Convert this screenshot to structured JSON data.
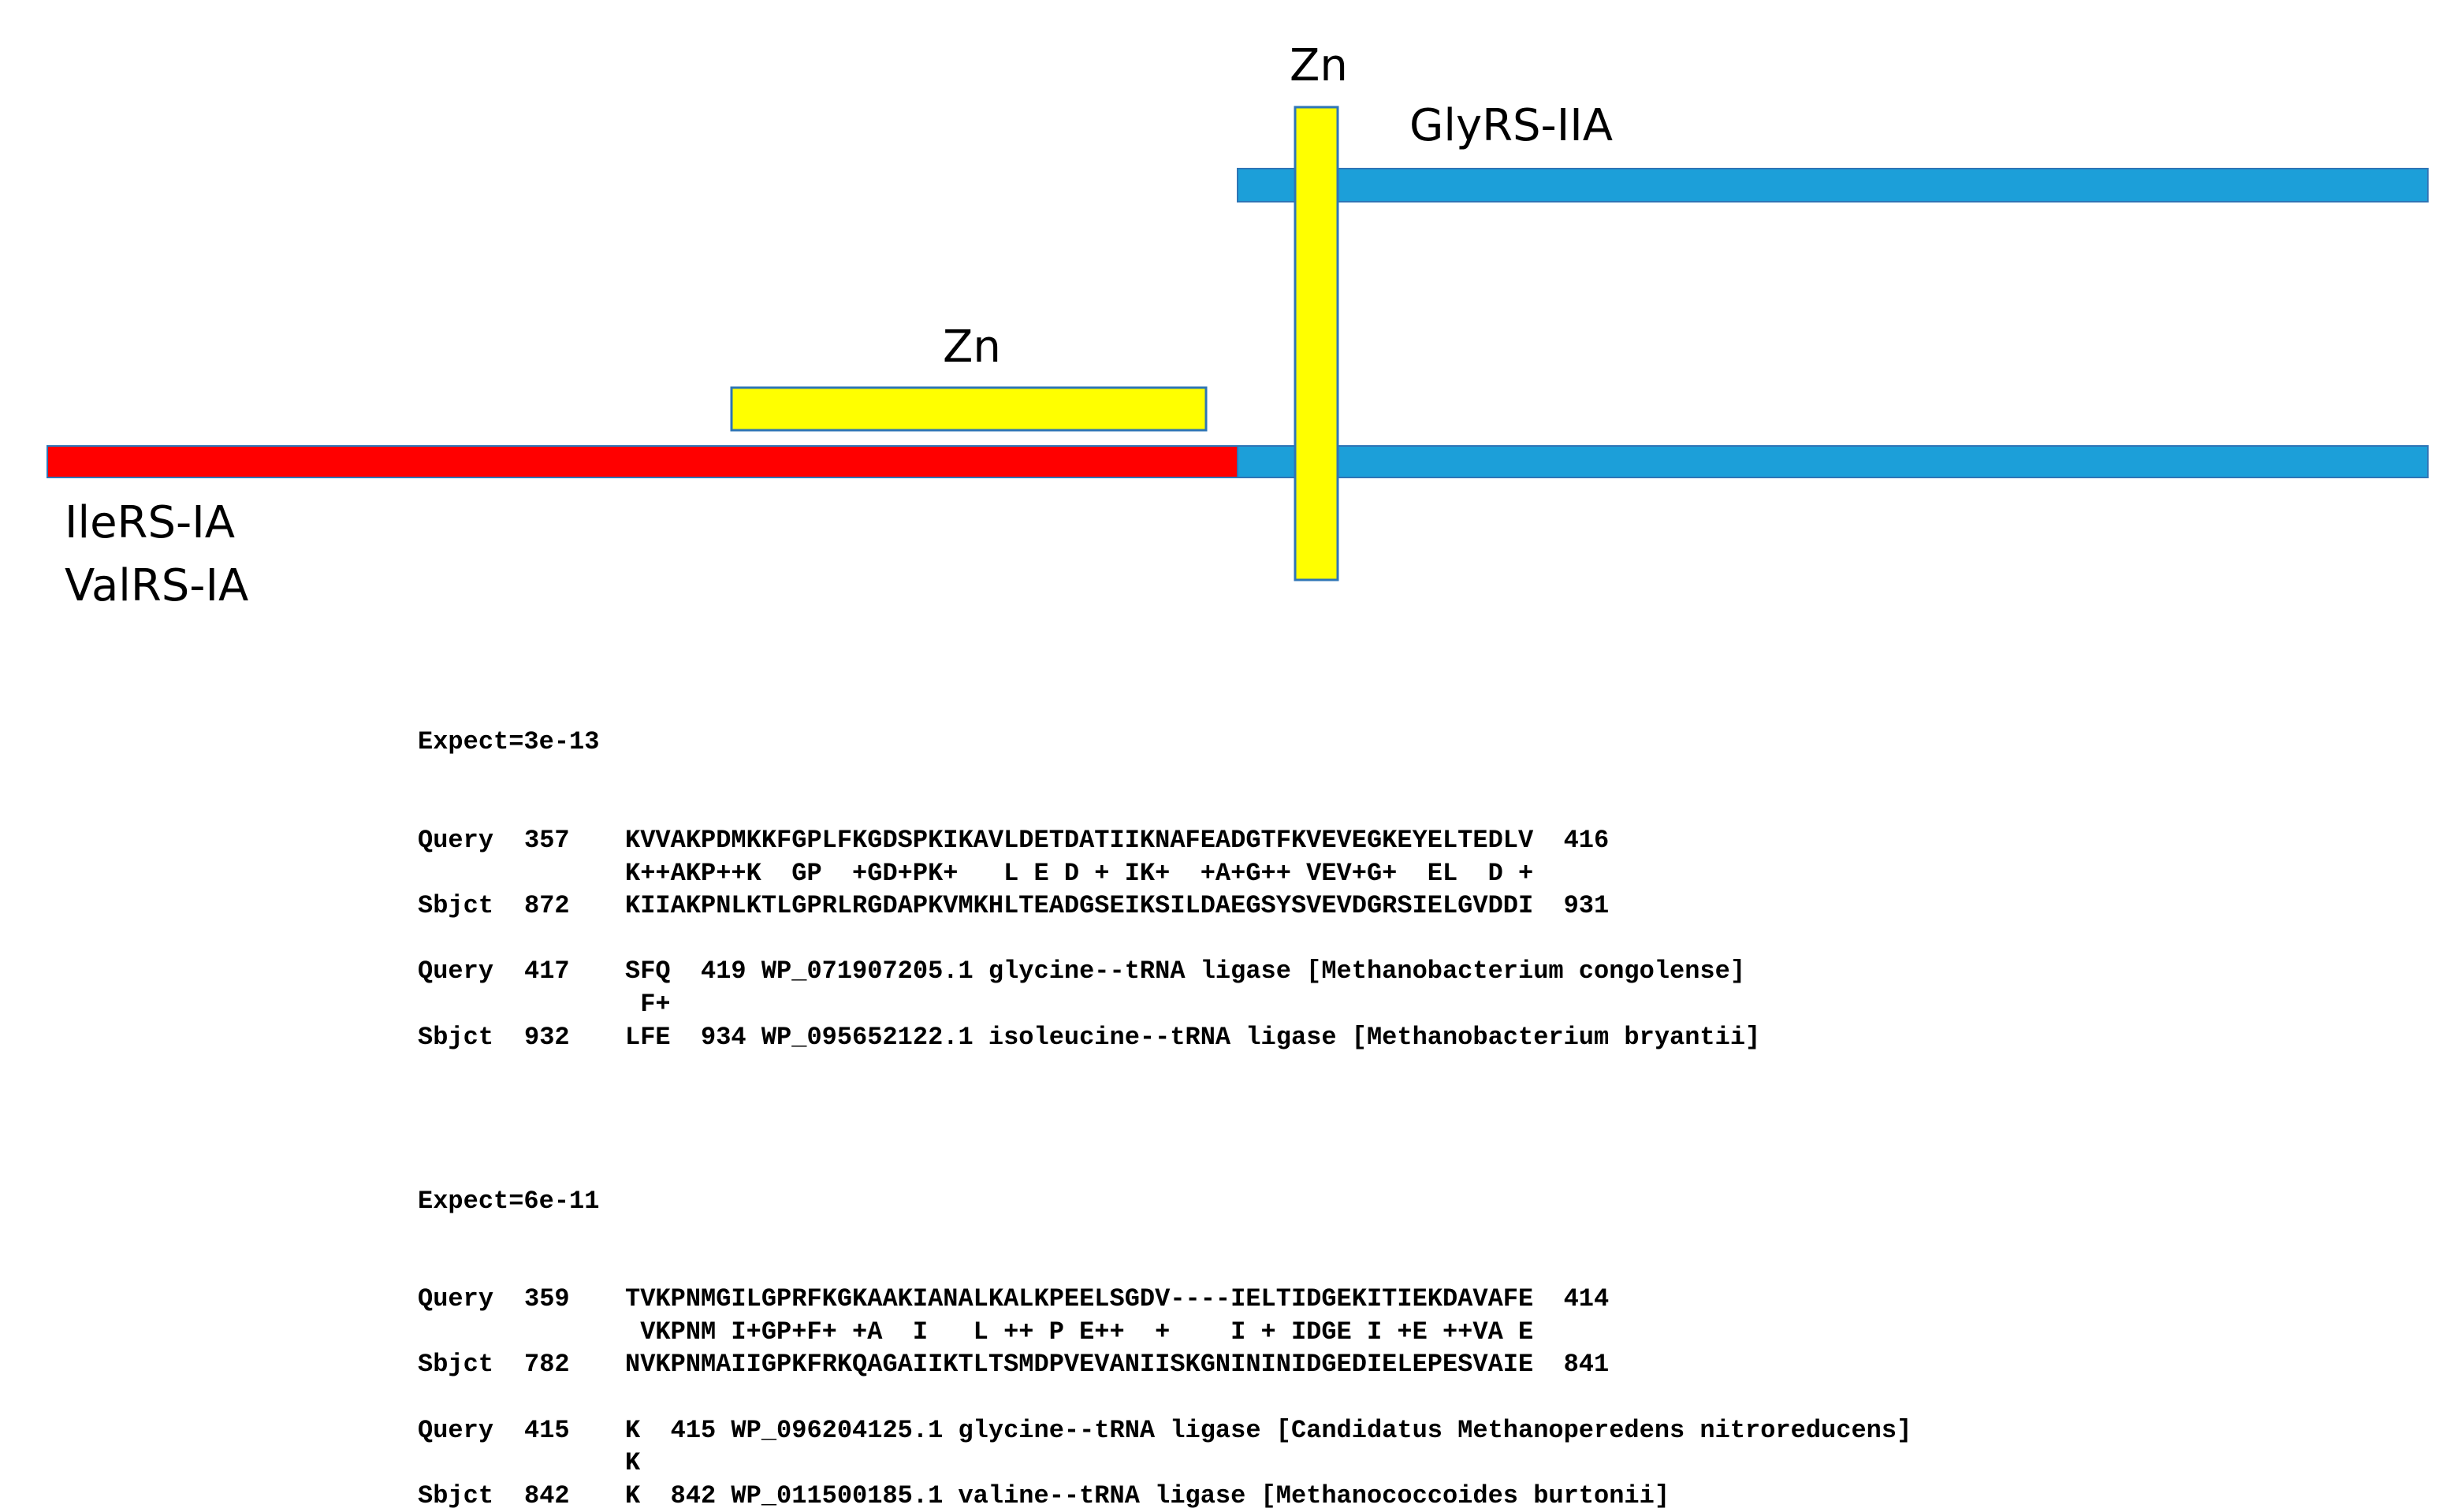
{
  "diagram": {
    "colors": {
      "class_ia": "#ff0000",
      "class_iia": "#1c9fd9",
      "zinc": "#ffff00",
      "outline": "#2e75b6"
    },
    "labels": {
      "zn_top": "Zn",
      "glyrs": "GlyRS-IIA",
      "zn_mid": "Zn",
      "ilers": "IleRS-IA",
      "valrs": "ValRS-IA"
    }
  },
  "alignment": {
    "block1": {
      "expect": "Expect=3e-13",
      "lines": [
        {
          "tag": "Query",
          "start": "357",
          "seq": "KVVAKPDMKKFGPLFKGDSPKIKAVLDETDATIIKNAFEADGTFKVEVEGKEYELTEDLV  416"
        },
        {
          "tag": "",
          "start": "",
          "seq": "K++AKP++K  GP  +GD+PK+   L E D + IK+  +A+G++ VEV+G+  EL  D +"
        },
        {
          "tag": "Sbjct",
          "start": "872",
          "seq": "KIIAKPNLKTLGPRLRGDAPKVMKHLTEADGSEIKSILDAEGSYSVEVDGRSIELGVDDI  931"
        },
        {
          "tag": "",
          "start": "",
          "seq": ""
        },
        {
          "tag": "Query",
          "start": "417",
          "seq": "SFQ  419 WP_071907205.1 glycine--tRNA ligase [Methanobacterium congolense]"
        },
        {
          "tag": "",
          "start": "",
          "seq": " F+"
        },
        {
          "tag": "Sbjct",
          "start": "932",
          "seq": "LFE  934 WP_095652122.1 isoleucine--tRNA ligase [Methanobacterium bryantii]"
        }
      ]
    },
    "block2": {
      "expect": "Expect=6e-11",
      "lines": [
        {
          "tag": "Query",
          "start": "359",
          "seq": "TVKPNMGILGPRFKGKAAKIANALKALKPEELSGDV----IELTIDGEKITIEKDAVAFE  414"
        },
        {
          "tag": "",
          "start": "",
          "seq": " VKPNM I+GP+F+ +A  I   L ++ P E++  +    I + IDGE I +E ++VA E"
        },
        {
          "tag": "Sbjct",
          "start": "782",
          "seq": "NVKPNMAIIGPKFRKQAGAIIKTLTSMDPVEVANIISKGNININIDGEDIELEPESVAIE  841"
        },
        {
          "tag": "",
          "start": "",
          "seq": ""
        },
        {
          "tag": "Query",
          "start": "415",
          "seq": "K  415 WP_096204125.1 glycine--tRNA ligase [Candidatus Methanoperedens nitroreducens]"
        },
        {
          "tag": "",
          "start": "",
          "seq": "K"
        },
        {
          "tag": "Sbjct",
          "start": "842",
          "seq": "K  842 WP_011500185.1 valine--tRNA ligase [Methanococcoides burtonii]"
        }
      ]
    }
  }
}
